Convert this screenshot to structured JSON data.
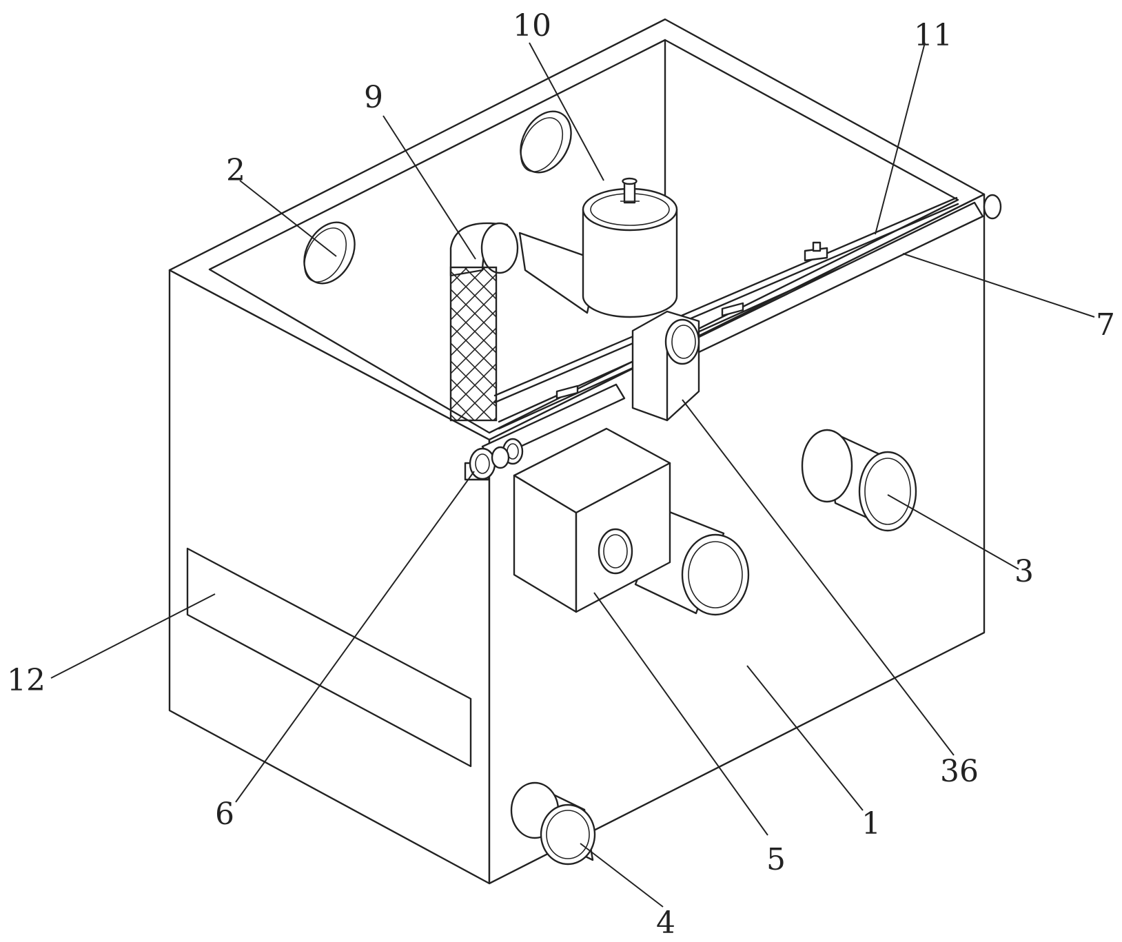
{
  "labels": {
    "l1": "1",
    "l2": "2",
    "l3": "3",
    "l4": "4",
    "l5": "5",
    "l6": "6",
    "l7": "7",
    "l9": "9",
    "l10": "10",
    "l11": "11",
    "l12": "12",
    "l36": "36"
  }
}
